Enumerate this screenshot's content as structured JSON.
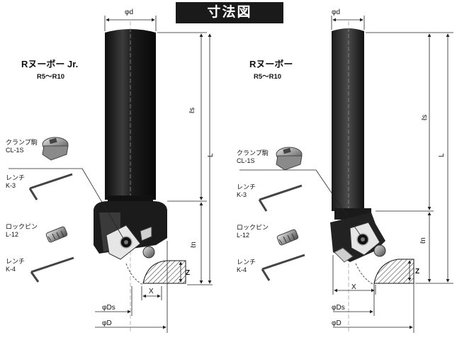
{
  "title": "寸法図",
  "left": {
    "name": "Rヌーボー Jr.",
    "range": "R5〜R10",
    "parts": [
      {
        "name": "クランプ駒",
        "code": "CL-1S"
      },
      {
        "name": "レンチ",
        "code": "K-3"
      },
      {
        "name": "ロックピン",
        "code": "L-12"
      },
      {
        "name": "レンチ",
        "code": "K-4"
      }
    ],
    "dims": {
      "d": "φd",
      "ls": "ℓs",
      "L": "L",
      "ln": "ℓn",
      "Z": "Z",
      "X": "X",
      "Ds": "φDs",
      "D": "φD"
    }
  },
  "right": {
    "name": "Rヌーボー",
    "range": "R5〜R10",
    "parts": [
      {
        "name": "クランプ駒",
        "code": "CL-1S"
      },
      {
        "name": "レンチ",
        "code": "K-3"
      },
      {
        "name": "ロックピン",
        "code": "L-12"
      },
      {
        "name": "レンチ",
        "code": "K-4"
      }
    ],
    "dims": {
      "d": "φd",
      "ls": "ℓs",
      "L": "L",
      "ln": "ℓn",
      "Z": "Z",
      "X": "X",
      "Ds": "φDs",
      "D": "φD"
    }
  }
}
